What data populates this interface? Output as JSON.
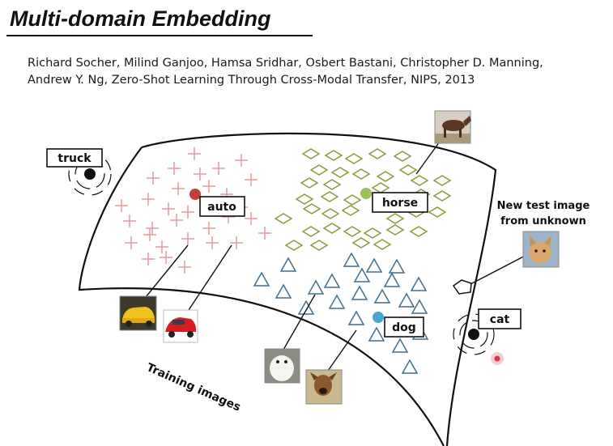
{
  "slide": {
    "title": "Multi-domain Embedding",
    "citation": "Richard Socher, Milind Ganjoo, Hamsa Sridhar, Osbert Bastani, Christopher D. Manning, Andrew Y. Ng, Zero-Shot Learning Through Cross-Modal Transfer, NIPS, 2013"
  },
  "diagram": {
    "labels": {
      "truck": "truck",
      "auto": "auto",
      "horse": "horse",
      "dog": "dog",
      "cat": "cat"
    },
    "new_test_note": [
      "New test image",
      "from unknown"
    ],
    "training_label": "Training images",
    "colors": {
      "auto": "#e39aa0",
      "auto_dot": "#c0403a",
      "horse": "#8a9a3a",
      "horse_dot": "#9bbf5a",
      "dog": "#3f6f8f",
      "dog_dot": "#4aa8d0",
      "unseen_dot": "#e0344a"
    },
    "thumbnail_icons": [
      "yellow-car-icon",
      "red-car-icon",
      "horse-photo-icon",
      "white-dog-icon",
      "brown-dog-icon",
      "cat-photo-icon"
    ]
  }
}
